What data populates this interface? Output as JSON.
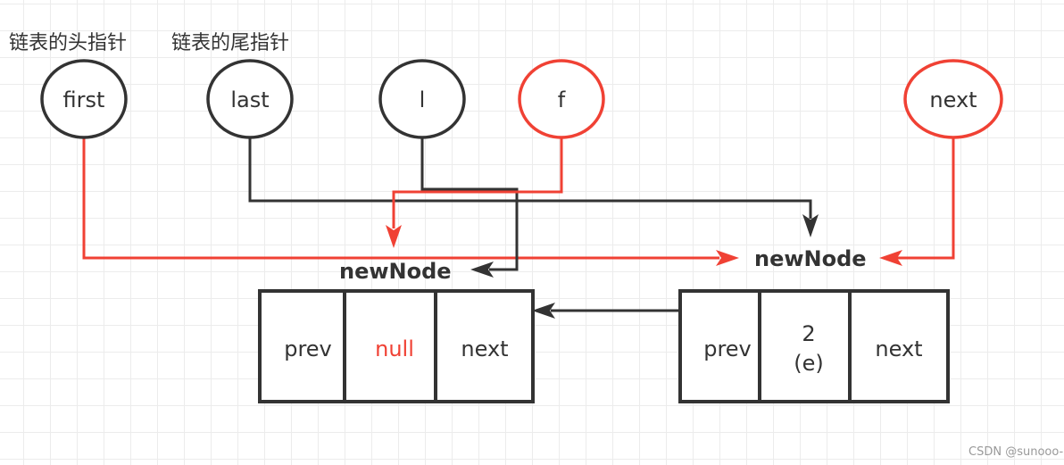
{
  "labels": {
    "head_pointer": "链表的头指针",
    "tail_pointer": "链表的尾指针"
  },
  "pointers": {
    "first": "first",
    "last": "last",
    "l": "l",
    "f": "f",
    "next": "next"
  },
  "new_node_left": {
    "title": "newNode",
    "cells": [
      "prev",
      "null",
      "next"
    ]
  },
  "new_node_right": {
    "title": "newNode",
    "cells": [
      "prev",
      "2",
      "(e)",
      "next"
    ]
  },
  "watermark": "CSDN @sunooo-",
  "colors": {
    "dark": "#333333",
    "red": "#f04134"
  }
}
